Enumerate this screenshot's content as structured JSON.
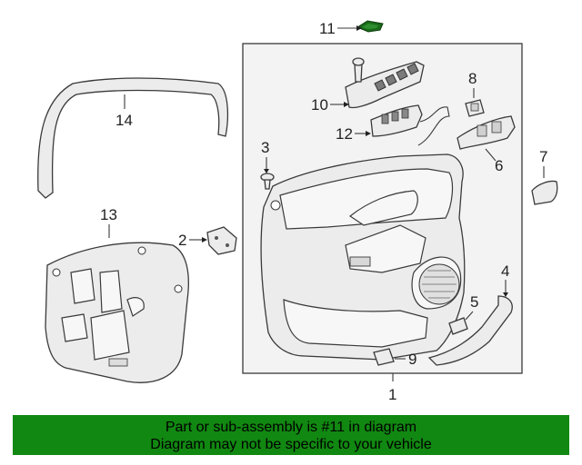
{
  "diagram": {
    "callouts": {
      "c1": "1",
      "c2": "2",
      "c3": "3",
      "c4": "4",
      "c5": "5",
      "c6": "6",
      "c7": "7",
      "c8": "8",
      "c9": "9",
      "c10": "10",
      "c11": "11",
      "c12": "12",
      "c13": "13",
      "c14": "14"
    },
    "colors": {
      "highlighted_part": "#1a6b1a",
      "banner_background": "#118811"
    }
  },
  "banner": {
    "line1": "Part or sub-assembly is #11 in diagram",
    "line2": "Diagram may not be specific to your vehicle"
  }
}
